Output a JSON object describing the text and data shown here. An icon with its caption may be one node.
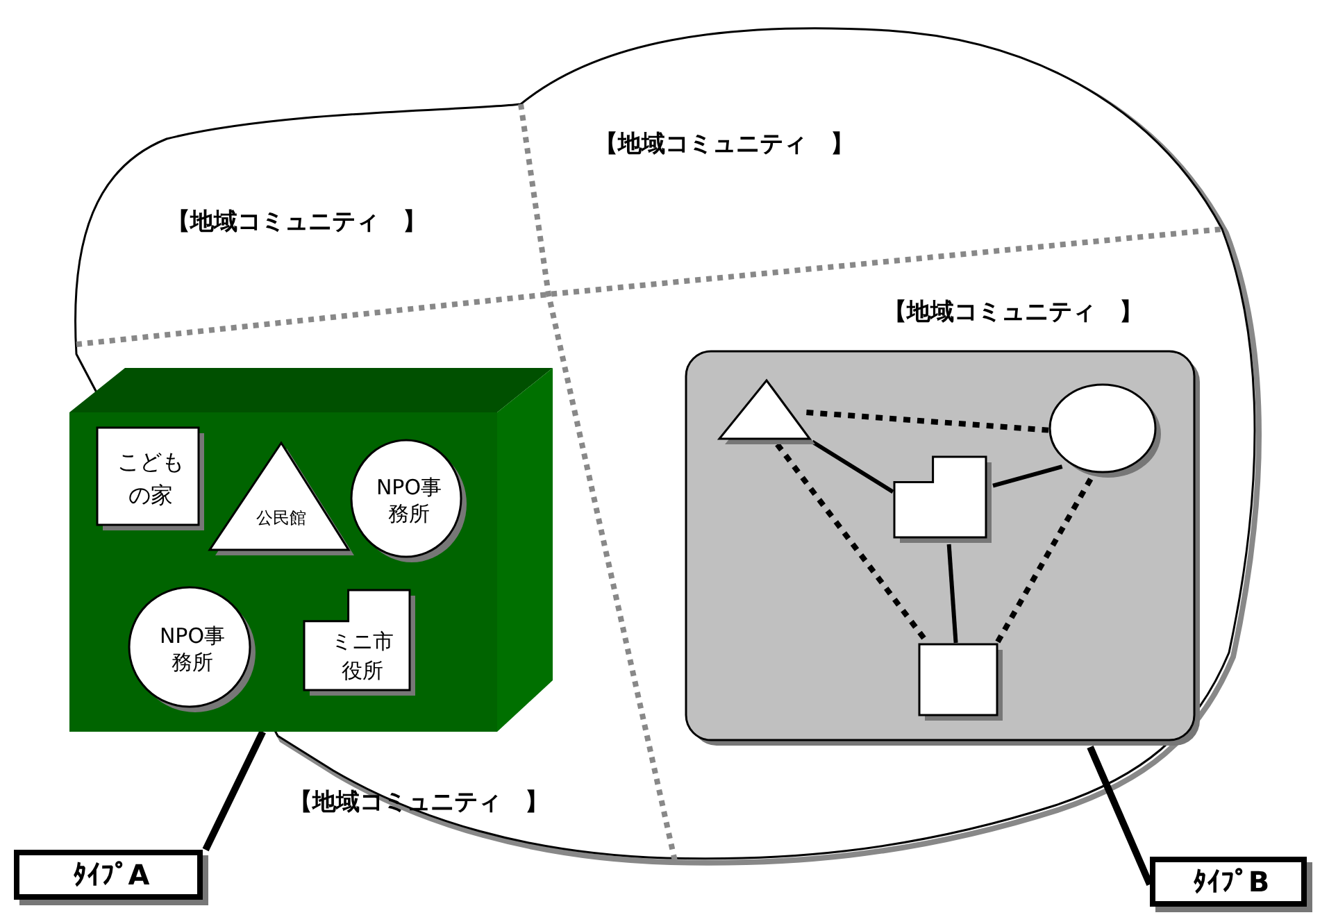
{
  "diagram": {
    "nodes": [
      {
        "text": [],
        "shape": "box"
      },
      {
        "text": [
          "こどもの家"
        ],
        "in": 0
      },
      {
        "text": [
          "公民館"
        ],
        "in": 0
      },
      {
        "text": [
          "NPO事務所"
        ],
        "in": 0
      },
      {
        "text": [
          "NPO事務所"
        ],
        "in": 0
      },
      {
        "text": [
          "ミニ市役所"
        ],
        "in": 0
      },
      {
        "text": [
          "ﾀｲﾌﾟA"
        ]
      },
      {
        "text": [],
        "shape": "box"
      },
      {
        "text": [],
        "shape": "triangle",
        "in": 7
      },
      {
        "text": [],
        "shape": "circle",
        "in": 7
      },
      {
        "text": [],
        "shape": "box",
        "in": 7
      },
      {
        "text": [],
        "shape": "box",
        "in": 7
      },
      {
        "text": [
          "ﾀｲﾌﾟB"
        ]
      }
    ],
    "edges": [
      {
        "from": 6,
        "to": 0,
        "arrow": "none"
      },
      {
        "from": 12,
        "to": 7,
        "arrow": "none"
      },
      {
        "from": 8,
        "to": 9,
        "arrow": "none",
        "style": "dashed"
      },
      {
        "from": 8,
        "to": 10,
        "arrow": "none"
      },
      {
        "from": 9,
        "to": 10,
        "arrow": "none"
      },
      {
        "from": 10,
        "to": 11,
        "arrow": "none"
      },
      {
        "from": 8,
        "to": 11,
        "arrow": "none",
        "style": "dashed"
      },
      {
        "from": 9,
        "to": 11,
        "arrow": "none",
        "style": "dashed"
      }
    ],
    "labels": [
      "【地域コミュニティ　】",
      "【地域コミュニティ　】",
      "【地域コミュニティ　】",
      "【地域コミュニティ　】"
    ]
  }
}
